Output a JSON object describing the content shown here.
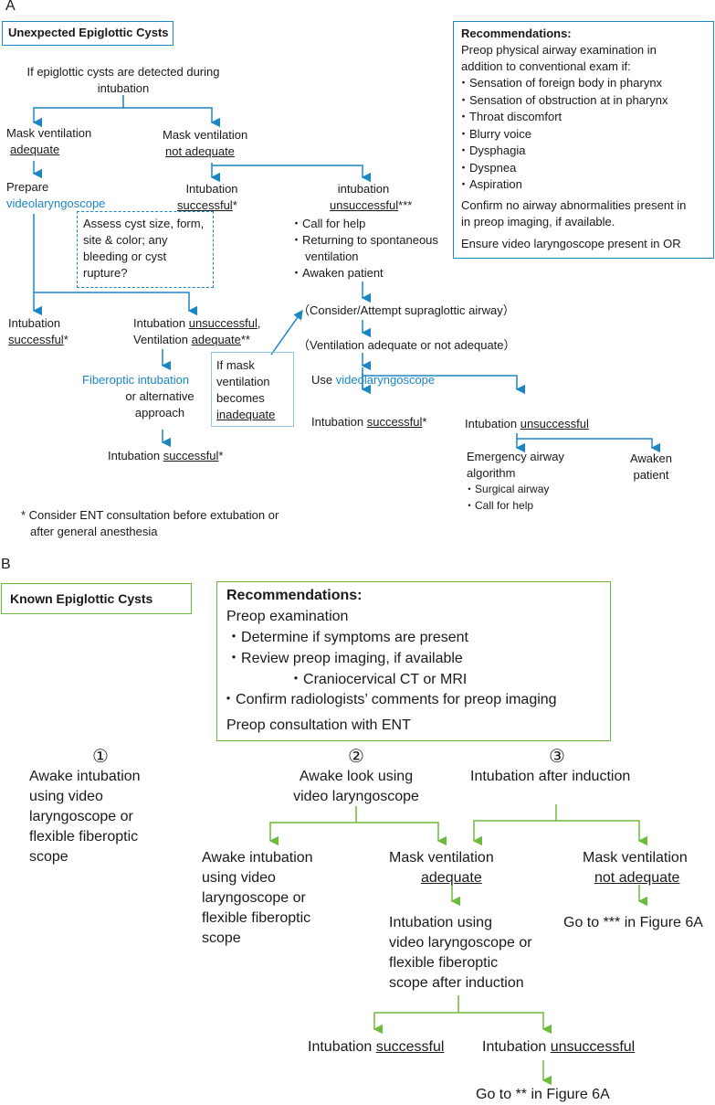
{
  "colors": {
    "blue": "#1a86c4",
    "green": "#6cbb3c",
    "text": "#1a1a1a"
  },
  "panel_a": {
    "letter": "A",
    "title": "Unexpected Epiglottic Cysts",
    "start": [
      "If epiglottic cysts are detected during",
      "intubation"
    ],
    "mask_adequate": {
      "line1": "Mask ventilation",
      "line2": "adequate"
    },
    "mask_not_adequate": {
      "line1": "Mask ventilation",
      "line2": "not adequate"
    },
    "prepare": {
      "line1": "Prepare",
      "line2": "videolaryngoscope"
    },
    "intub_success_mid": {
      "line1": "Intubation",
      "word": "successful",
      "mark": "*"
    },
    "intub_unsuccess_top": {
      "line1": "intubation",
      "word": "unsuccessful",
      "mark": "***"
    },
    "assess": [
      "Assess cyst size, form,",
      "site & color; any",
      "bleeding or cyst",
      "rupture?"
    ],
    "actions": [
      "Call for help",
      "Returning to spontaneous",
      "ventilation",
      "Awaken patient"
    ],
    "left_success": {
      "line1": "Intubation",
      "word": "successful",
      "mark": "*"
    },
    "unsuccess_vent": {
      "pre": "Intubation ",
      "word1": "unsuccessful",
      "comma": ",",
      "pre2": "Ventilation ",
      "word2": "adequate",
      "mark": "**"
    },
    "fiberoptic": {
      "blue": "Fiberoptic  intubation",
      "line2": "or alternative",
      "line3": "approach"
    },
    "final_success": {
      "pre": "Intubation ",
      "word": "successful",
      "mark": "*"
    },
    "mask_box": {
      "l1": "If mask",
      "l2": "ventilation",
      "l3": "becomes",
      "l4": "inadequate"
    },
    "supraglottic": "（Consider/Attempt supraglottic airway）",
    "vent_either": "（Ventilation adequate or not adequate）",
    "use_video": {
      "pre": "Use ",
      "blue": "videolaryngoscope"
    },
    "right_success": {
      "pre": "Intubation ",
      "word": "successful",
      "mark": "*"
    },
    "right_unsuccess": {
      "pre": "Intubation ",
      "word": "unsuccessful"
    },
    "emergency": {
      "l1": "Emergency  airway",
      "l2": "algorithm",
      "b1": "Surgical airway",
      "b2": "Call for help"
    },
    "awaken": {
      "l1": "Awaken",
      "l2": "patient"
    },
    "footnote": [
      "* Consider ENT consultation before extubation or",
      "after general anesthesia"
    ],
    "recommendations": {
      "heading": "Recommendations:",
      "intro": [
        "Preop physical airway examination in",
        "addition to conventional exam if:"
      ],
      "items": [
        "Sensation of foreign body in pharynx",
        "Sensation of obstruction at in pharynx",
        "Throat discomfort",
        "Blurry voice",
        "Dysphagia",
        "Dyspnea",
        "Aspiration"
      ],
      "confirm": [
        "Confirm no airway abnormalities present in",
        "in preop imaging, if available."
      ],
      "ensure": "Ensure video laryngoscope present in OR"
    }
  },
  "panel_b": {
    "letter": "B",
    "title": "Known Epiglottic Cysts",
    "recommendations": {
      "heading": "Recommendations:",
      "intro": "Preop examination",
      "b1": "Determine if symptoms are present",
      "b2": "Review preop imaging, if available",
      "b3": "Craniocervical CT or MRI",
      "b4": "Confirm radiologists’ comments  for preop imaging",
      "consult": "Preop consultation with ENT"
    },
    "opt1": {
      "num": "①",
      "lines": [
        "Awake intubation",
        "using video",
        "laryngoscope or",
        "flexible fiberoptic",
        "scope"
      ]
    },
    "opt2": {
      "num": "②",
      "lines": [
        "Awake look using",
        "video laryngoscope"
      ]
    },
    "opt3": {
      "num": "③",
      "lines": [
        "Intubation after induction"
      ]
    },
    "awake_intub": [
      "Awake intubation",
      "using video",
      "laryngoscope or",
      "flexible fiberoptic",
      "scope"
    ],
    "mask_adequate": {
      "line1": "Mask ventilation",
      "word": "adequate"
    },
    "mask_not_adequate": {
      "line1": "Mask ventilation",
      "word": "not adequate"
    },
    "goto_a": "Go to *** in Figure 6A",
    "intub_using": [
      "Intubation using",
      "video laryngoscope or",
      "flexible fiberoptic",
      "scope after induction"
    ],
    "success": {
      "pre": "Intubation ",
      "word": "successful"
    },
    "unsuccess": {
      "pre": "Intubation ",
      "word": "unsuccessful"
    },
    "goto_b": "Go to ** in Figure 6A"
  }
}
